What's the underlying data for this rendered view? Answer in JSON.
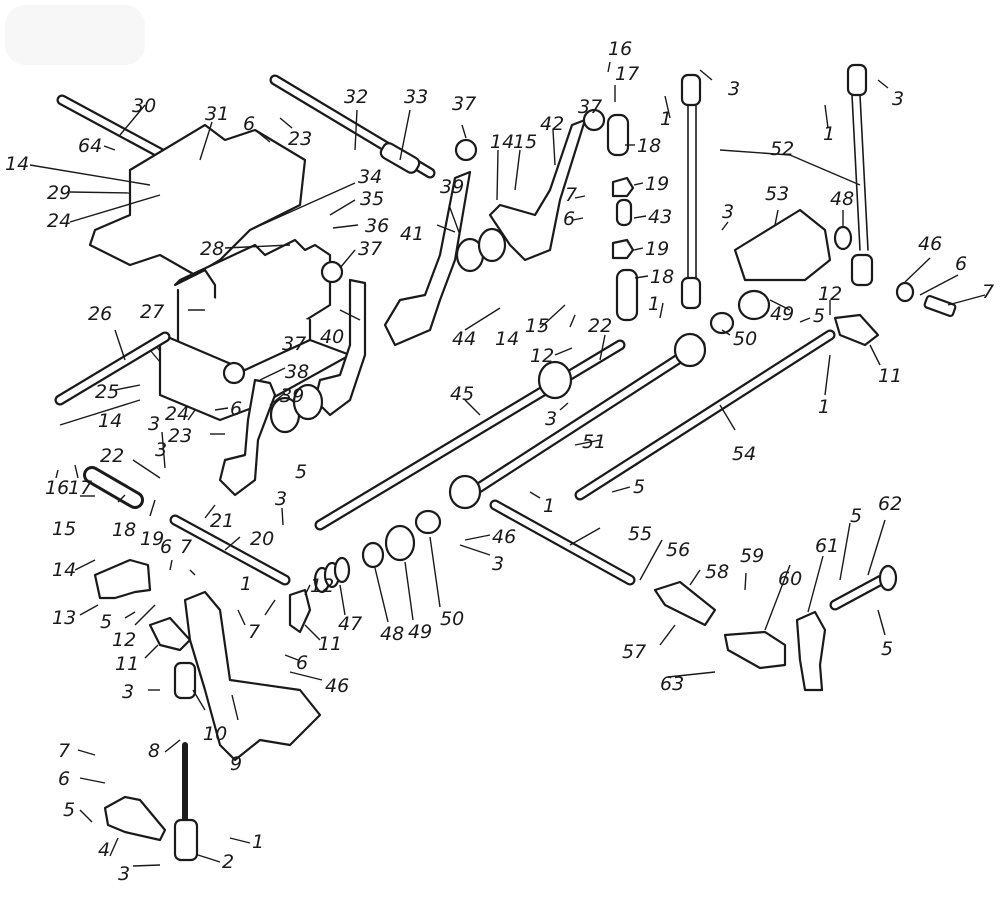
{
  "diagram": {
    "title": "",
    "style": "exploded-view line drawing",
    "colors": {
      "ink": "#1a1a1a",
      "paper": "#ffffff"
    },
    "labels": [
      {
        "id": "l30",
        "text": "30"
      },
      {
        "id": "l31",
        "text": "31"
      },
      {
        "id": "l64",
        "text": "64"
      },
      {
        "id": "l14a",
        "text": "14"
      },
      {
        "id": "l29",
        "text": "29"
      },
      {
        "id": "l24a",
        "text": "24"
      },
      {
        "id": "l6a",
        "text": "6"
      },
      {
        "id": "l23a",
        "text": "23"
      },
      {
        "id": "l32",
        "text": "32"
      },
      {
        "id": "l33",
        "text": "33"
      },
      {
        "id": "l34",
        "text": "34"
      },
      {
        "id": "l35",
        "text": "35"
      },
      {
        "id": "l36",
        "text": "36"
      },
      {
        "id": "l37a",
        "text": "37"
      },
      {
        "id": "l37b",
        "text": "37"
      },
      {
        "id": "l37c",
        "text": "37"
      },
      {
        "id": "l37d",
        "text": "37"
      },
      {
        "id": "l28",
        "text": "28"
      },
      {
        "id": "l27",
        "text": "27"
      },
      {
        "id": "l26",
        "text": "26"
      },
      {
        "id": "l25",
        "text": "25"
      },
      {
        "id": "l14b",
        "text": "14"
      },
      {
        "id": "l24b",
        "text": "24"
      },
      {
        "id": "l6b",
        "text": "6"
      },
      {
        "id": "l23b",
        "text": "23"
      },
      {
        "id": "l3a",
        "text": "3"
      },
      {
        "id": "l38",
        "text": "38"
      },
      {
        "id": "l39a",
        "text": "39"
      },
      {
        "id": "l40",
        "text": "40"
      },
      {
        "id": "l41",
        "text": "41"
      },
      {
        "id": "l39b",
        "text": "39"
      },
      {
        "id": "l14c",
        "text": "14"
      },
      {
        "id": "l15a",
        "text": "15"
      },
      {
        "id": "l42",
        "text": "42"
      },
      {
        "id": "l16a",
        "text": "16"
      },
      {
        "id": "l17a",
        "text": "17"
      },
      {
        "id": "l18a",
        "text": "18"
      },
      {
        "id": "l19a",
        "text": "19"
      },
      {
        "id": "l43",
        "text": "43"
      },
      {
        "id": "l19b",
        "text": "19"
      },
      {
        "id": "l18b",
        "text": "18"
      },
      {
        "id": "l7a",
        "text": "7"
      },
      {
        "id": "l6c",
        "text": "6"
      },
      {
        "id": "l1a",
        "text": "1"
      },
      {
        "id": "l1b",
        "text": "1"
      },
      {
        "id": "l3b",
        "text": "3"
      },
      {
        "id": "l3c",
        "text": "3"
      },
      {
        "id": "l1c",
        "text": "1"
      },
      {
        "id": "l52",
        "text": "52"
      },
      {
        "id": "l53",
        "text": "53"
      },
      {
        "id": "l3d",
        "text": "3"
      },
      {
        "id": "l48a",
        "text": "48"
      },
      {
        "id": "l46a",
        "text": "46"
      },
      {
        "id": "l6d",
        "text": "6"
      },
      {
        "id": "l7b",
        "text": "7"
      },
      {
        "id": "l49a",
        "text": "49"
      },
      {
        "id": "l12a",
        "text": "12"
      },
      {
        "id": "l5a",
        "text": "5"
      },
      {
        "id": "l11a",
        "text": "11"
      },
      {
        "id": "l1d",
        "text": "1"
      },
      {
        "id": "l44",
        "text": "44"
      },
      {
        "id": "l14d",
        "text": "14"
      },
      {
        "id": "l15b",
        "text": "15"
      },
      {
        "id": "l22a",
        "text": "22"
      },
      {
        "id": "l12b",
        "text": "12"
      },
      {
        "id": "l50a",
        "text": "50"
      },
      {
        "id": "l45",
        "text": "45"
      },
      {
        "id": "l3e",
        "text": "3"
      },
      {
        "id": "l51",
        "text": "51"
      },
      {
        "id": "l54",
        "text": "54"
      },
      {
        "id": "l5b",
        "text": "5"
      },
      {
        "id": "l1e",
        "text": "1"
      },
      {
        "id": "l16b",
        "text": "16"
      },
      {
        "id": "l17b",
        "text": "17"
      },
      {
        "id": "l22b",
        "text": "22"
      },
      {
        "id": "l3f",
        "text": "3"
      },
      {
        "id": "l18c",
        "text": "18"
      },
      {
        "id": "l19c",
        "text": "19"
      },
      {
        "id": "l15c",
        "text": "15"
      },
      {
        "id": "l21",
        "text": "21"
      },
      {
        "id": "l5c",
        "text": "5"
      },
      {
        "id": "l3g",
        "text": "3"
      },
      {
        "id": "l20",
        "text": "20"
      },
      {
        "id": "l14e",
        "text": "14"
      },
      {
        "id": "l6e",
        "text": "6"
      },
      {
        "id": "l7c",
        "text": "7"
      },
      {
        "id": "l13",
        "text": "13"
      },
      {
        "id": "l5d",
        "text": "5"
      },
      {
        "id": "l12c",
        "text": "12"
      },
      {
        "id": "l12d",
        "text": "12"
      },
      {
        "id": "l11b",
        "text": "11"
      },
      {
        "id": "l1f",
        "text": "1"
      },
      {
        "id": "l7d",
        "text": "7"
      },
      {
        "id": "l11c",
        "text": "11"
      },
      {
        "id": "l6f",
        "text": "6"
      },
      {
        "id": "l46b",
        "text": "46"
      },
      {
        "id": "l47",
        "text": "47"
      },
      {
        "id": "l48b",
        "text": "48"
      },
      {
        "id": "l49b",
        "text": "49"
      },
      {
        "id": "l50b",
        "text": "50"
      },
      {
        "id": "l46c",
        "text": "46"
      },
      {
        "id": "l3h",
        "text": "3"
      },
      {
        "id": "l55",
        "text": "55"
      },
      {
        "id": "l56",
        "text": "56"
      },
      {
        "id": "l58",
        "text": "58"
      },
      {
        "id": "l57",
        "text": "57"
      },
      {
        "id": "l59",
        "text": "59"
      },
      {
        "id": "l60",
        "text": "60"
      },
      {
        "id": "l61",
        "text": "61"
      },
      {
        "id": "l5e",
        "text": "5"
      },
      {
        "id": "l62",
        "text": "62"
      },
      {
        "id": "l5f",
        "text": "5"
      },
      {
        "id": "l63",
        "text": "63"
      },
      {
        "id": "l3i",
        "text": "3"
      },
      {
        "id": "l10",
        "text": "10"
      },
      {
        "id": "l9",
        "text": "9"
      },
      {
        "id": "l8",
        "text": "8"
      },
      {
        "id": "l7e",
        "text": "7"
      },
      {
        "id": "l6g",
        "text": "6"
      },
      {
        "id": "l5g",
        "text": "5"
      },
      {
        "id": "l4",
        "text": "4"
      },
      {
        "id": "l3j",
        "text": "3"
      },
      {
        "id": "l2",
        "text": "2"
      },
      {
        "id": "l1g",
        "text": "1"
      }
    ]
  }
}
